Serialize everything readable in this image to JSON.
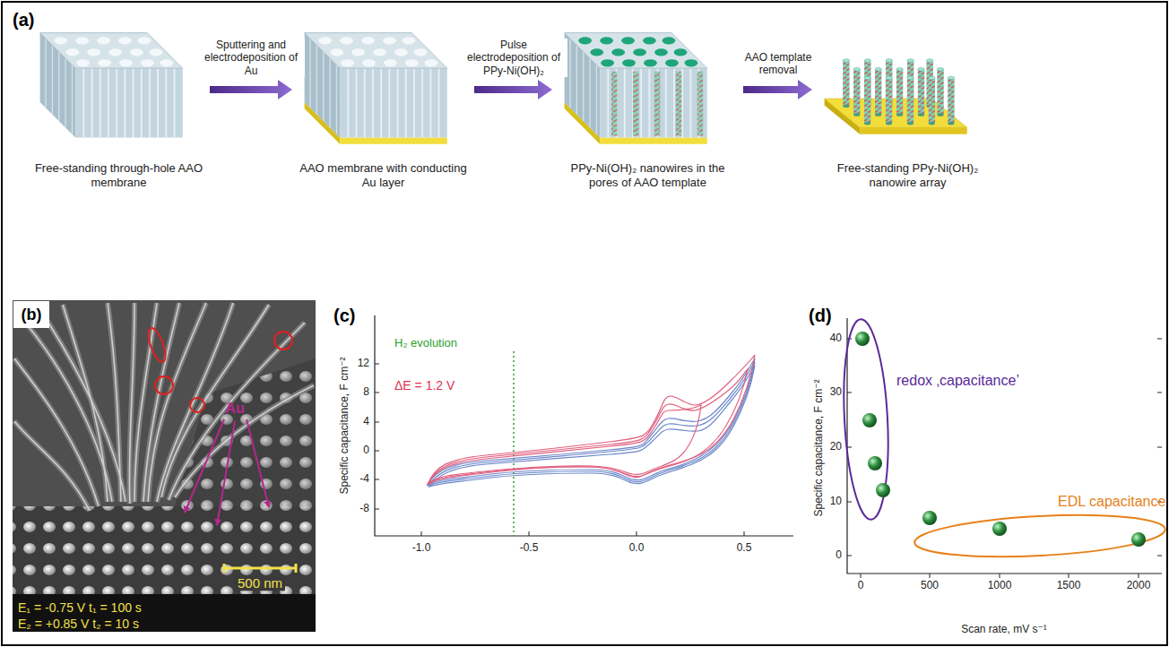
{
  "diagram": {
    "nodes": [
      {
        "text": [
          "Free-standing through-hole AAO membrane"
        ]
      },
      {
        "text": [
          "AAO membrane with conducting Au layer"
        ]
      },
      {
        "text": [
          "PPy-Ni(OH)₂ nanowires in the pores of AAO template"
        ]
      },
      {
        "text": [
          "Free-standing PPy-Ni(OH)₂ nanowire array"
        ]
      }
    ],
    "edges": [
      {
        "from": 0,
        "to": 1,
        "arrow": "to",
        "label": "Sputtering and electrodeposition of Au"
      },
      {
        "from": 1,
        "to": 2,
        "arrow": "to",
        "label": "Pulse electrodeposition of PPy-Ni(OH)₂"
      },
      {
        "from": 2,
        "to": 3,
        "arrow": "to",
        "label": "AAO template removal"
      }
    ],
    "labels": [
      "(a)",
      "(b)",
      "Au",
      "E₁ = -0.75 V t₁ = 100 s",
      "E₂ = +0.85 V t₂ = 10 s",
      "500 nm",
      "(c)",
      "H₂ evolution",
      "ΔE = 1.2 V",
      "Specific capacitance, F cm⁻²",
      "12",
      "8",
      "4",
      "0",
      "-4",
      "-8",
      "-1.0",
      "-0.5",
      "0.0",
      "0.5",
      "(d)",
      "redox ‚capacitance’",
      "EDL capacitance",
      "Specific capacitance, F cm⁻²",
      "0",
      "10",
      "20",
      "30",
      "40",
      "0",
      "500",
      "1000",
      "1500",
      "2000",
      "Scan rate, mV s⁻¹"
    ]
  }
}
